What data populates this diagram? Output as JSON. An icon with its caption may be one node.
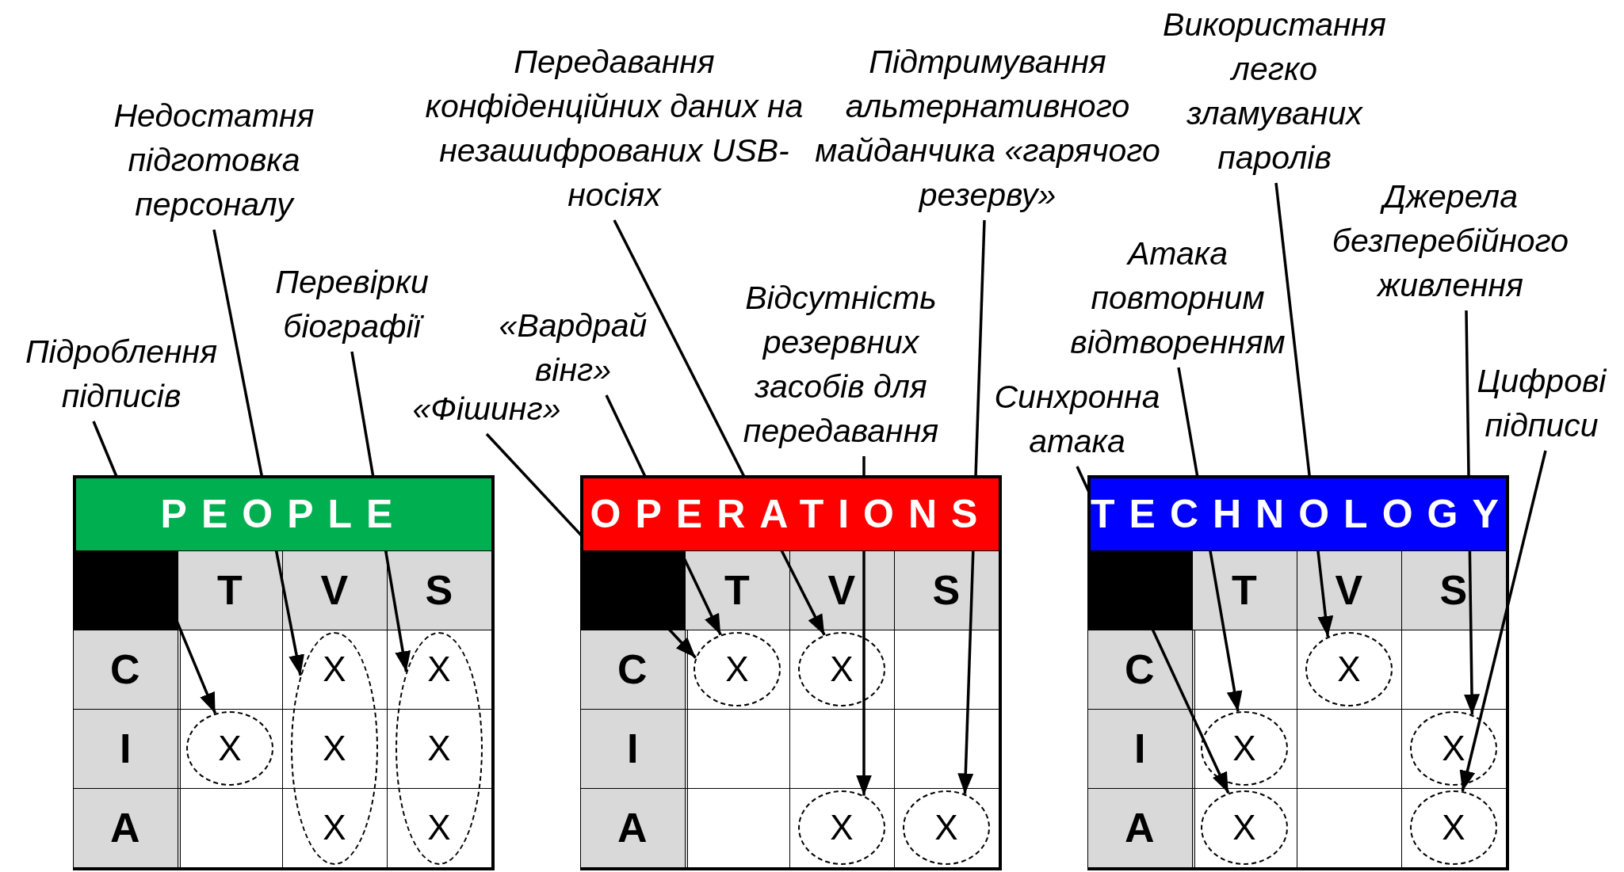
{
  "diagram": {
    "nodes": [
      {
        "text": [
          "Недостатня підготовка персоналу"
        ]
      },
      {
        "text": [
          "Передавання конфіденційних даних на незашифрованих USB-носіях"
        ]
      },
      {
        "text": [
          "Використання легко зламуваних паролів"
        ]
      },
      {
        "text": [
          "Підтримування альтернативного майданчика «гарячого резерву»"
        ]
      },
      {
        "text": [
          "Атака повторним відтворенням"
        ]
      },
      {
        "text": [
          "Джерела безперебійного живлення"
        ]
      },
      {
        "text": [
          "Перевірки біографії"
        ]
      },
      {
        "text": [
          "Відсутність резервних засобів для передавання"
        ]
      },
      {
        "text": [
          "Підроблення підписів"
        ]
      },
      {
        "text": [
          "«Вардрай вінг»"
        ]
      },
      {
        "text": [
          "«Фішинг»"
        ]
      },
      {
        "text": [
          "Синхронна атака"
        ]
      },
      {
        "text": [
          "Цифрові підписи"
        ]
      },
      {
        "text": [
          "PEOPLE"
        ]
      },
      {
        "text": [
          "OPERATIONS"
        ]
      },
      {
        "text": [
          "TECHNOLOGY"
        ]
      },
      {
        "text": [
          "X"
        ],
        "in": 13
      },
      {
        "text": [
          "X",
          "X",
          "X"
        ],
        "in": 13
      },
      {
        "text": [
          "X",
          "X",
          "X"
        ],
        "in": 13
      },
      {
        "text": [
          "X"
        ],
        "in": 14
      },
      {
        "text": [
          "X"
        ],
        "in": 14
      },
      {
        "text": [
          "X"
        ],
        "in": 14
      },
      {
        "text": [
          "X"
        ],
        "in": 14
      },
      {
        "text": [
          "X"
        ],
        "in": 15
      },
      {
        "text": [
          "X"
        ],
        "in": 15
      },
      {
        "text": [
          "X"
        ],
        "in": 15
      },
      {
        "text": [
          "X"
        ],
        "in": 15
      },
      {
        "text": [
          "X"
        ],
        "in": 15
      }
    ],
    "edges": [
      {
        "from": 8,
        "to": 16,
        "arrow": "to"
      },
      {
        "from": 0,
        "to": 17,
        "arrow": "to"
      },
      {
        "from": 6,
        "to": 18,
        "arrow": "to"
      },
      {
        "from": 10,
        "to": 19,
        "arrow": "to"
      },
      {
        "from": 9,
        "to": 19,
        "arrow": "to"
      },
      {
        "from": 1,
        "to": 20,
        "arrow": "to"
      },
      {
        "from": 7,
        "to": 21,
        "arrow": "to"
      },
      {
        "from": 3,
        "to": 22,
        "arrow": "to"
      },
      {
        "from": 2,
        "to": 23,
        "arrow": "to"
      },
      {
        "from": 4,
        "to": 24,
        "arrow": "to"
      },
      {
        "from": 11,
        "to": 25,
        "arrow": "to"
      },
      {
        "from": 5,
        "to": 26,
        "arrow": "to"
      },
      {
        "from": 12,
        "to": 27,
        "arrow": "to"
      }
    ],
    "labels": [
      "T",
      "V",
      "S",
      "C",
      "I",
      "A",
      "T",
      "V",
      "S",
      "C",
      "I",
      "A",
      "T",
      "V",
      "S",
      "C",
      "I",
      "A"
    ]
  }
}
